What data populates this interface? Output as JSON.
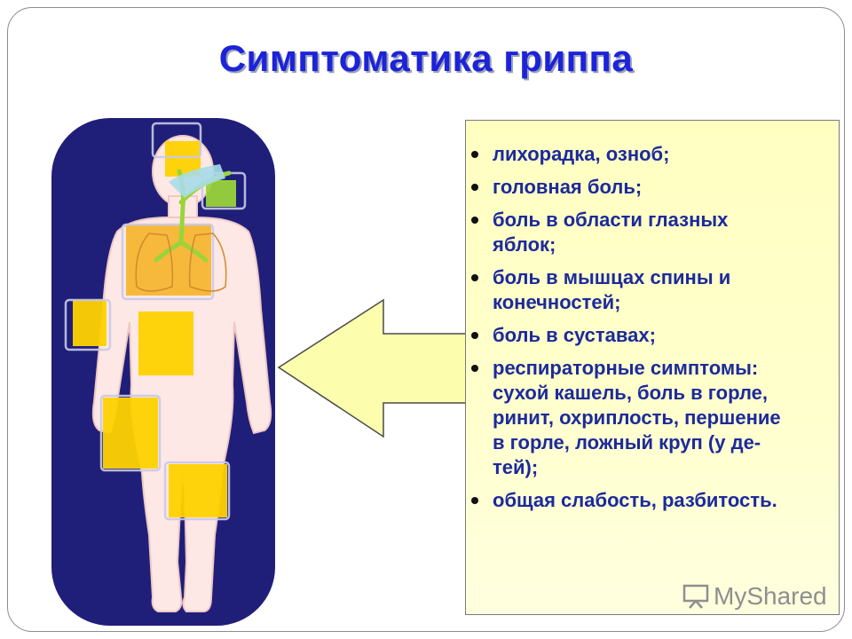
{
  "slide": {
    "title": "Симптоматика гриппа",
    "symptoms": [
      "лихорадка, озноб;",
      "головная боль;",
      "боль в области глазных\nяблок;",
      "боль в мышцах спины и\nконечностей;",
      "боль в суставах;",
      "респираторные симптомы:\nсухой кашель, боль в горле,\nринит, охриплость, першение\nв горле, ложный круп (у де-\nтей);",
      "общая слабость, разбитость."
    ],
    "watermark": "MyShared"
  },
  "colors": {
    "title": "#1c23d8",
    "text": "#1c2a9c",
    "figure_bg": "#1f1f7a",
    "body": "#fde8e6",
    "highlight": "#ffd200",
    "airway": "#9ad43a",
    "arrow": "#fdfdae",
    "panel": "#ffffc8"
  },
  "figure": {
    "description_icon": "human-body-diagram-icon",
    "arrow_icon": "left-arrow-icon"
  }
}
